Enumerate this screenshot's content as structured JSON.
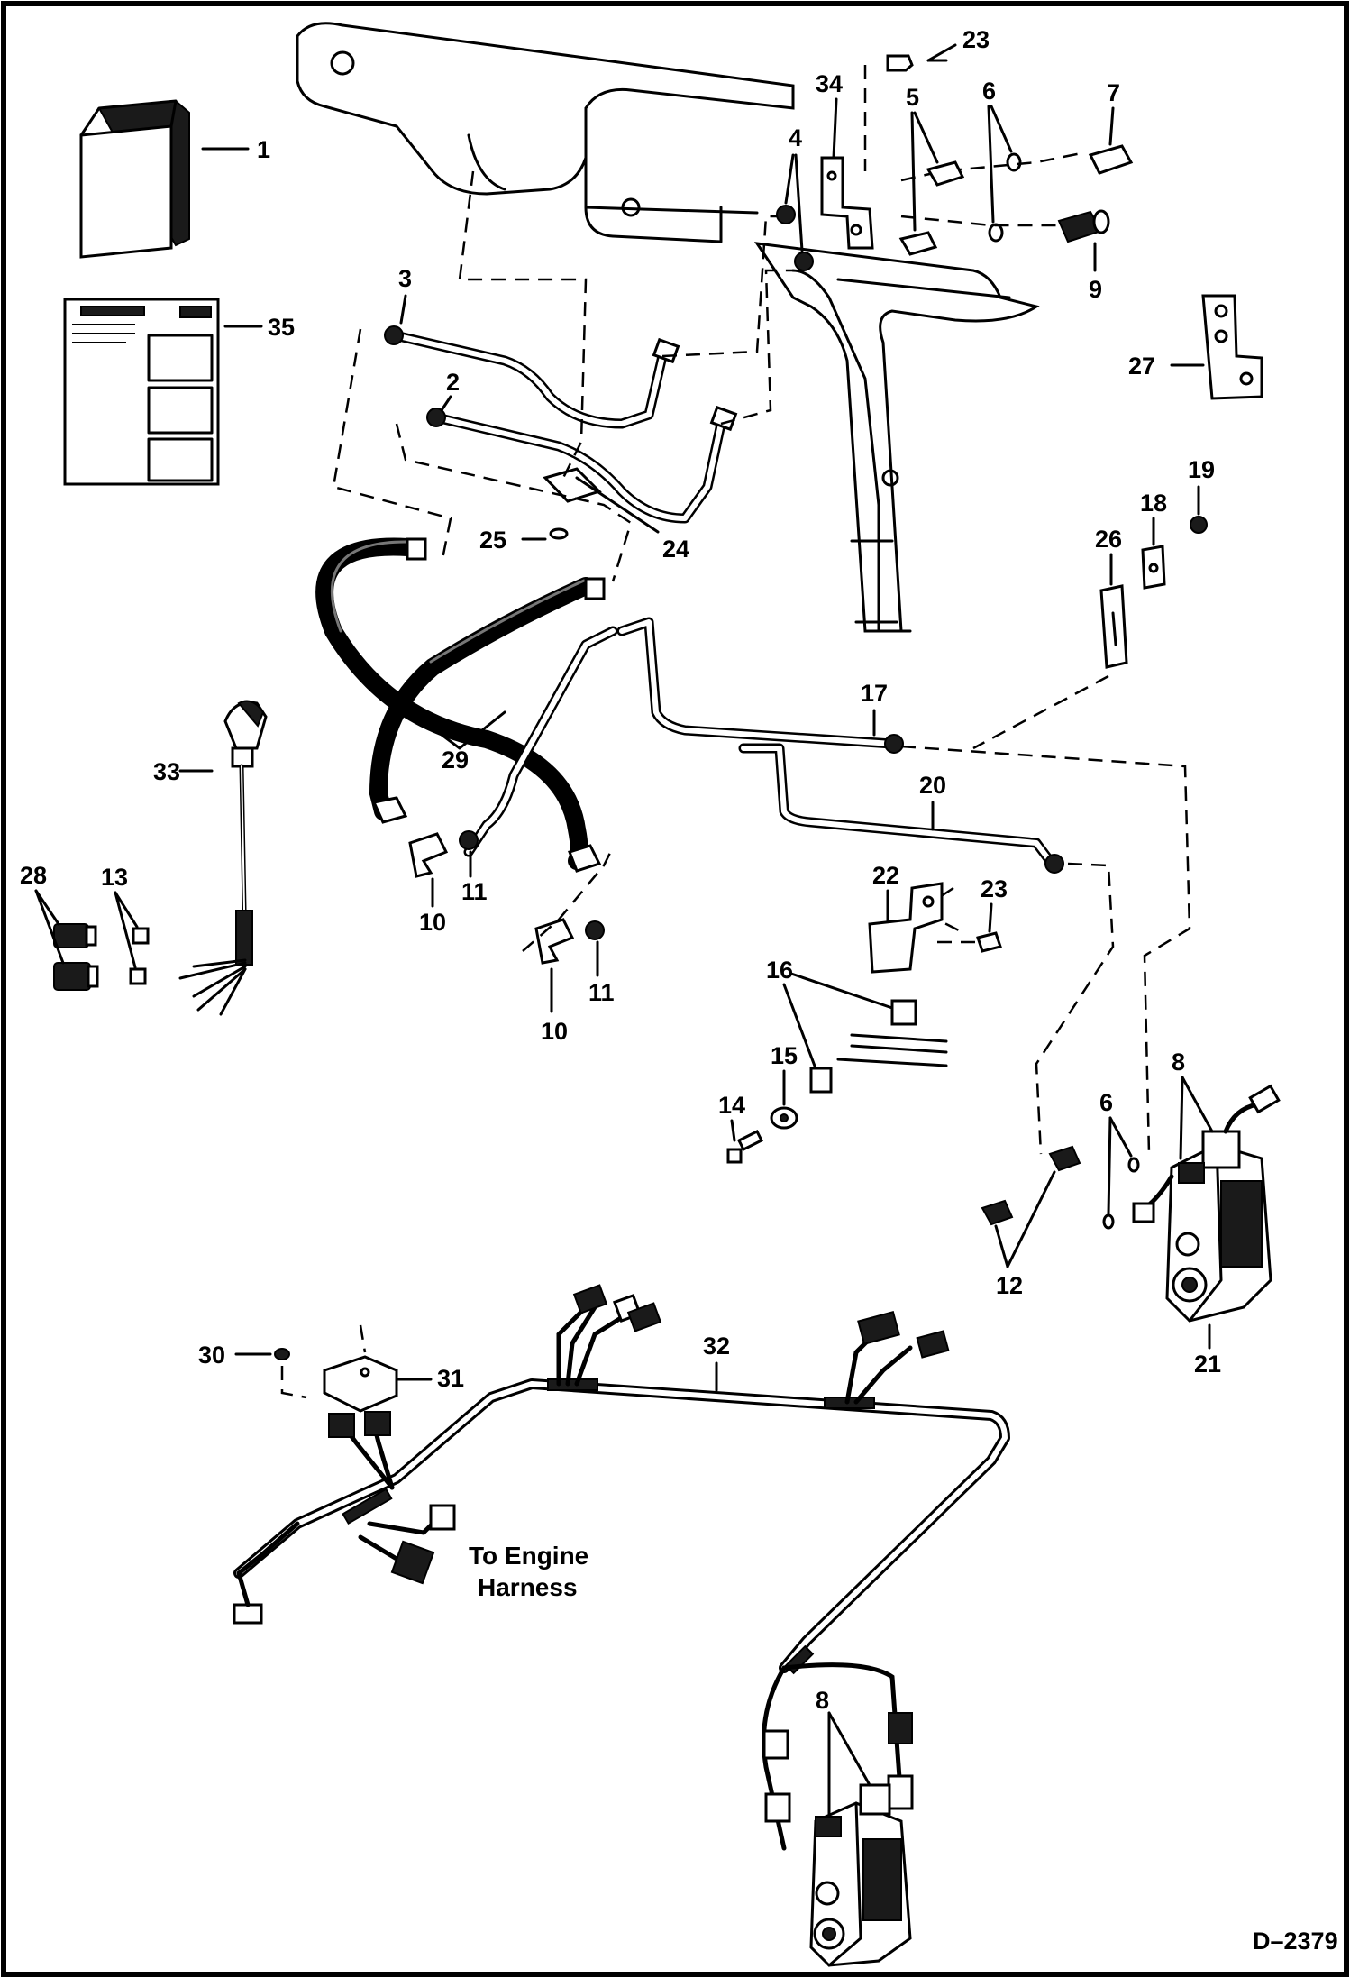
{
  "figure": {
    "drawing_number": "D–2379",
    "note_lines": [
      "To Engine",
      "Harness"
    ]
  },
  "callouts": {
    "c1": "1",
    "c2": "2",
    "c3": "3",
    "c4": "4",
    "c5": "5",
    "c6": "6",
    "c7": "7",
    "c8": "8",
    "c9": "9",
    "c10": "10",
    "c11": "11",
    "c12": "12",
    "c13": "13",
    "c14": "14",
    "c15": "15",
    "c16": "16",
    "c17": "17",
    "c18": "18",
    "c19": "19",
    "c20": "20",
    "c21": "21",
    "c22": "22",
    "c23": "23",
    "c24": "24",
    "c25": "25",
    "c26": "26",
    "c27": "27",
    "c28": "28",
    "c29": "29",
    "c30": "30",
    "c31": "31",
    "c32": "32",
    "c33": "33",
    "c34": "34",
    "c35": "35"
  }
}
